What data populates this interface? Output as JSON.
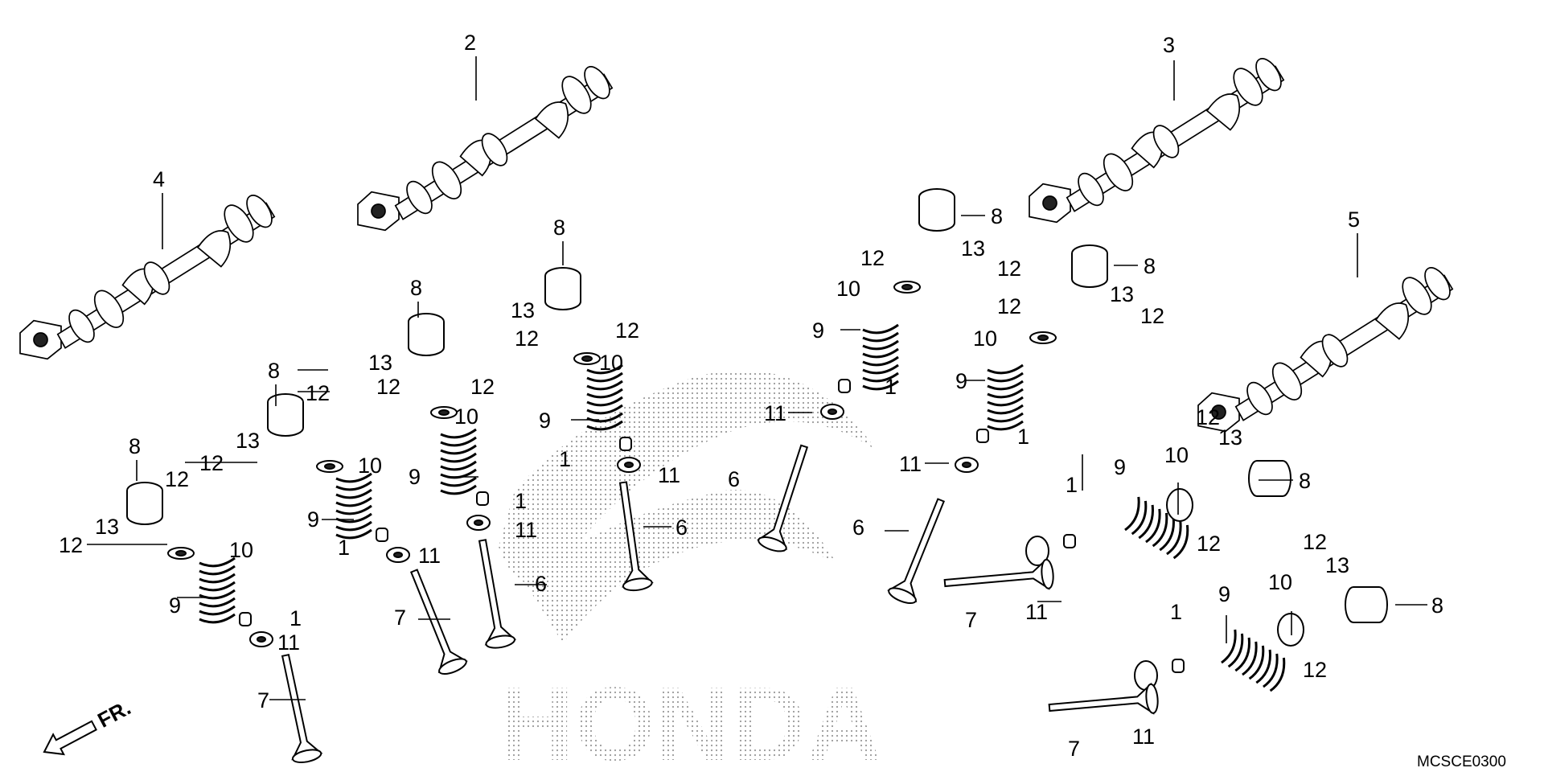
{
  "diagram": {
    "parts": [
      {
        "n": "1",
        "name": "cotter"
      },
      {
        "n": "2",
        "name": "camshaft"
      },
      {
        "n": "3",
        "name": "camshaft"
      },
      {
        "n": "4",
        "name": "camshaft"
      },
      {
        "n": "5",
        "name": "camshaft"
      },
      {
        "n": "6",
        "name": "valve"
      },
      {
        "n": "7",
        "name": "valve"
      },
      {
        "n": "8",
        "name": "tappet"
      },
      {
        "n": "9",
        "name": "spring"
      },
      {
        "n": "10",
        "name": "retainer"
      },
      {
        "n": "11",
        "name": "seat"
      },
      {
        "n": "12",
        "name": "shim"
      },
      {
        "n": "13",
        "name": "shim"
      }
    ],
    "direction_label": "FR.",
    "watermark_text": "HONDA",
    "diagram_code": "MCSCE0300"
  }
}
